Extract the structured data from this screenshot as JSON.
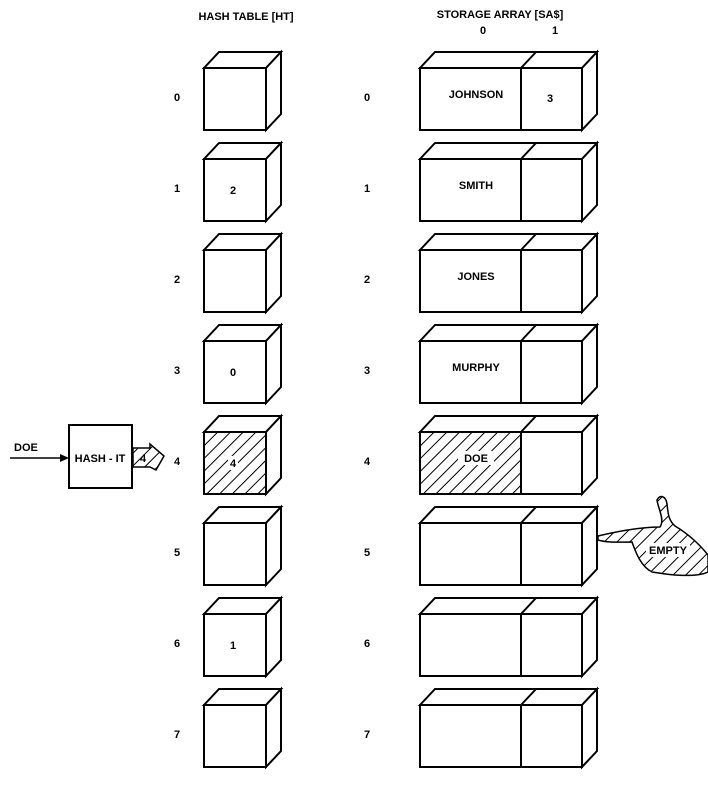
{
  "hash_table": {
    "title": "HASH TABLE [HT]",
    "rows": [
      {
        "index": "0",
        "value": ""
      },
      {
        "index": "1",
        "value": "2"
      },
      {
        "index": "2",
        "value": ""
      },
      {
        "index": "3",
        "value": "0"
      },
      {
        "index": "4",
        "value": "4",
        "highlighted": true
      },
      {
        "index": "5",
        "value": ""
      },
      {
        "index": "6",
        "value": "1"
      },
      {
        "index": "7",
        "value": ""
      }
    ]
  },
  "storage_array": {
    "title": "STORAGE ARRAY [SA$]",
    "columns": [
      "0",
      "1"
    ],
    "rows": [
      {
        "index": "0",
        "name": "JOHNSON",
        "link": "3"
      },
      {
        "index": "1",
        "name": "SMITH",
        "link": ""
      },
      {
        "index": "2",
        "name": "JONES",
        "link": ""
      },
      {
        "index": "3",
        "name": "MURPHY",
        "link": ""
      },
      {
        "index": "4",
        "name": "DOE",
        "link": "",
        "highlighted": true
      },
      {
        "index": "5",
        "name": "",
        "link": ""
      },
      {
        "index": "6",
        "name": "",
        "link": ""
      },
      {
        "index": "7",
        "name": "",
        "link": ""
      }
    ]
  },
  "hash_function": {
    "input_label": "DOE",
    "box_label": "HASH - IT",
    "output_value": "4"
  },
  "pointer": {
    "label": "EMPTY",
    "points_to_row": 5
  }
}
